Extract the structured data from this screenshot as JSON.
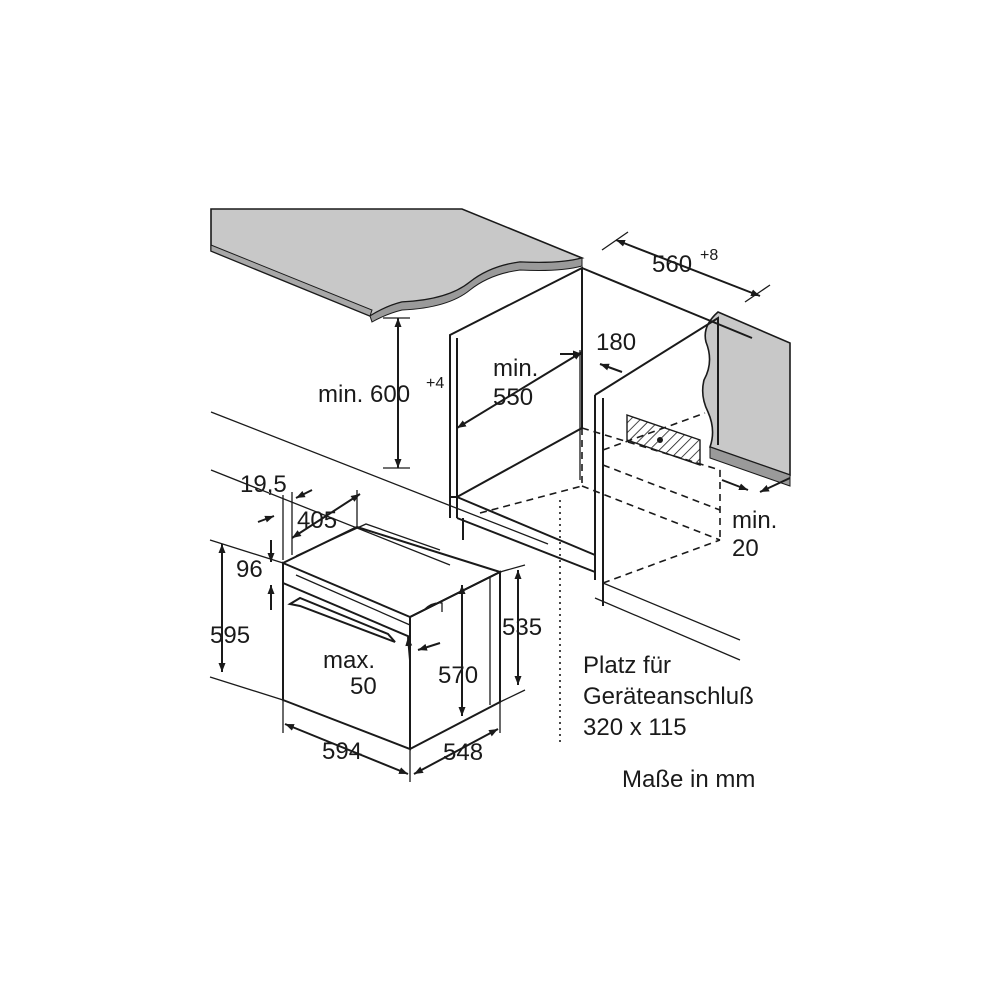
{
  "colors": {
    "line": "#1a1a1a",
    "worktop": "#c8c8c8",
    "background": "#ffffff"
  },
  "dimensions": {
    "niche_width": "560",
    "niche_width_tol": "+8",
    "niche_height_prefix": "min. 600",
    "niche_height_tol": "+4",
    "niche_depth_line1": "min.",
    "niche_depth_line2": "550",
    "socket_offset": "180",
    "rear_gap_line1": "min.",
    "rear_gap_line2": "20",
    "front_panel_thickness": "19,5",
    "control_panel_depth": "405",
    "control_panel_height": "96",
    "oven_height": "595",
    "handle_line1": "max.",
    "handle_line2": "50",
    "body_height": "570",
    "body_height_rear": "535",
    "oven_width": "594",
    "oven_depth": "548"
  },
  "notes": {
    "connection_line1": "Platz für",
    "connection_line2": "Geräteanschluß",
    "connection_line3": "320 x 115",
    "units": "Maße in mm"
  }
}
